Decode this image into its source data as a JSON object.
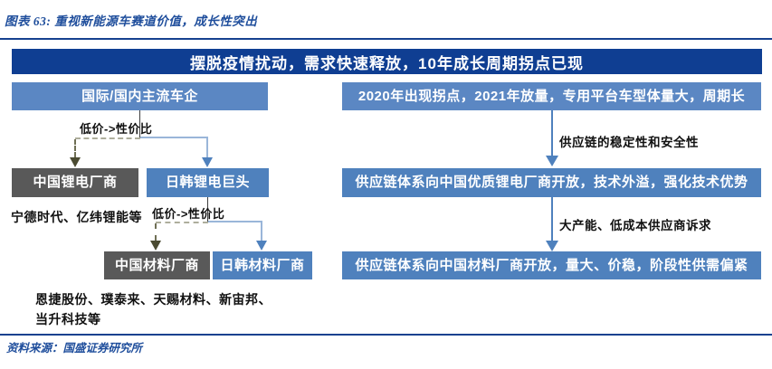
{
  "figure": {
    "caption": "图表 63:  重视新能源车赛道价值，成长性突出",
    "source": "资料来源：国盛证券研究所"
  },
  "banner": {
    "title": "摆脱疫情扰动，需求快速释放，10年成长周期拐点已现"
  },
  "left_flow": {
    "automakers_box": "国际/国内主流车企",
    "edge_label_1": "低价->性价比",
    "china_battery_box": "中国锂电厂商",
    "jpkr_battery_box": "日韩锂电巨头",
    "battery_note": "宁德时代、亿纬锂能等",
    "edge_label_2": "低价->性价比",
    "china_materials_box": "中国材料厂商",
    "jpkr_materials_box": "日韩材料厂商",
    "materials_note_line1": "恩捷股份、璞泰来、天赐材料、新宙邦、",
    "materials_note_line2": "当升科技等"
  },
  "right_flow": {
    "box1": "2020年出现拐点，2021年放量，专用平台车型体量大，周期长",
    "edge_label_1": "供应链的稳定性和安全性",
    "box2": "供应链体系向中国优质锂电厂商开放，技术外溢，强化技术优势",
    "edge_label_2": "大产能、低成本供应商诉求",
    "box3": "供应链体系向中国材料厂商开放，量大、价稳，阶段性供需偏紧"
  },
  "colors": {
    "banner_navy": "#0f3e92",
    "box_blue": "#4f81bd",
    "box_blue_light": "#5b87c3",
    "box_gray": "#595959",
    "caption_blue": "#1f4e9c",
    "divider_navy": "#16418f",
    "connector_light_blue": "#9ab6d9",
    "connector_blue": "#4f81bd",
    "dashed_line": "#aeae9c",
    "dashed_arrow": "#4b4b32"
  }
}
